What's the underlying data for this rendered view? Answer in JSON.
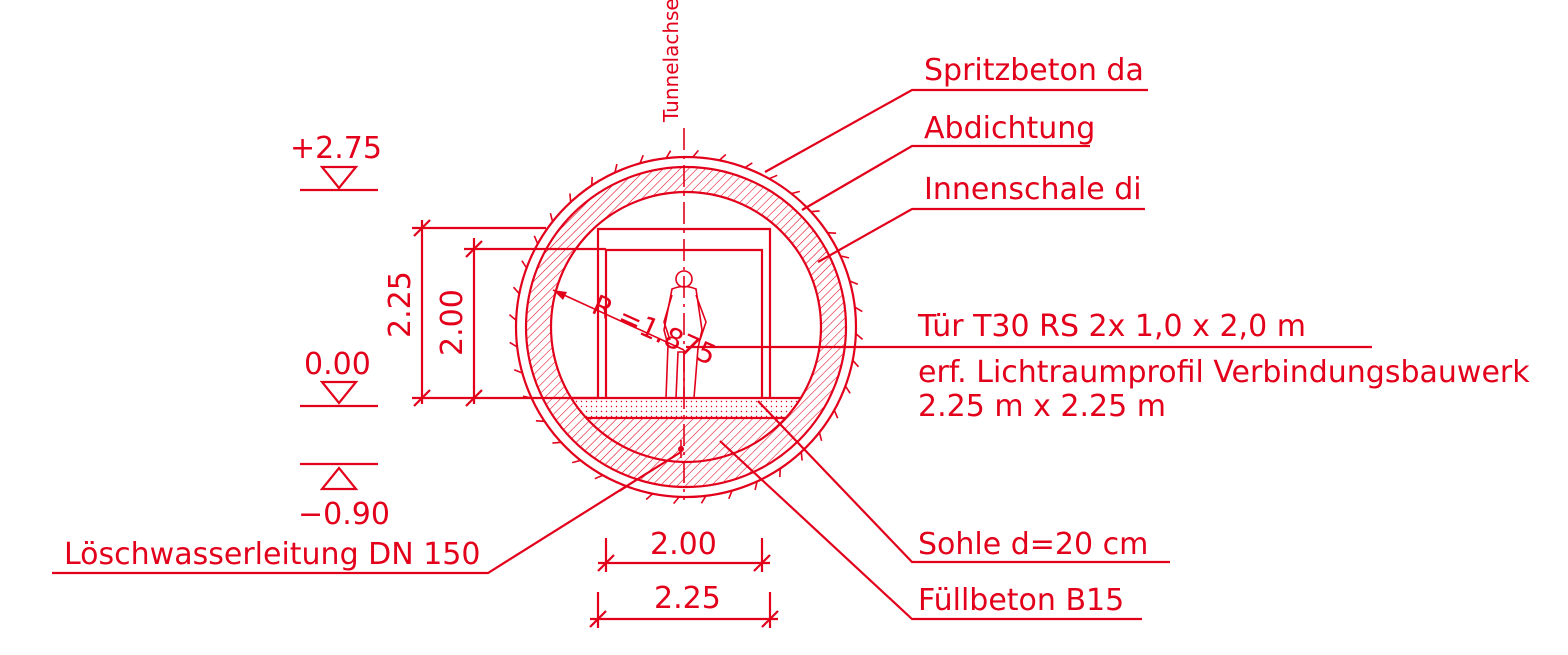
{
  "colors": {
    "line": "#e3001b",
    "background": "#ffffff"
  },
  "axis_label": "Tunnelachse",
  "layers": {
    "shotcrete": "Spritzbeton da",
    "waterproofing": "Abdichtung",
    "inner_shell": "Innenschale di"
  },
  "door": {
    "line1": "Tür T30 RS 2x 1,0 x 2,0 m",
    "line2": "erf. Lichtraumprofil Verbindungsbauwerk",
    "line3": "2.25 m x 2.25 m"
  },
  "radius_label": "R =1.875",
  "base": {
    "slab": "Sohle d=20 cm",
    "fill": "Füllbeton B15",
    "pipe": "Löschwasserleitung DN 150"
  },
  "levels": {
    "top": "+2.75",
    "zero": "0.00",
    "bottom": "−0.90"
  },
  "dims": {
    "height_outer": "2.25",
    "height_inner": "2.00",
    "width_inner": "2.00",
    "width_outer": "2.25"
  }
}
